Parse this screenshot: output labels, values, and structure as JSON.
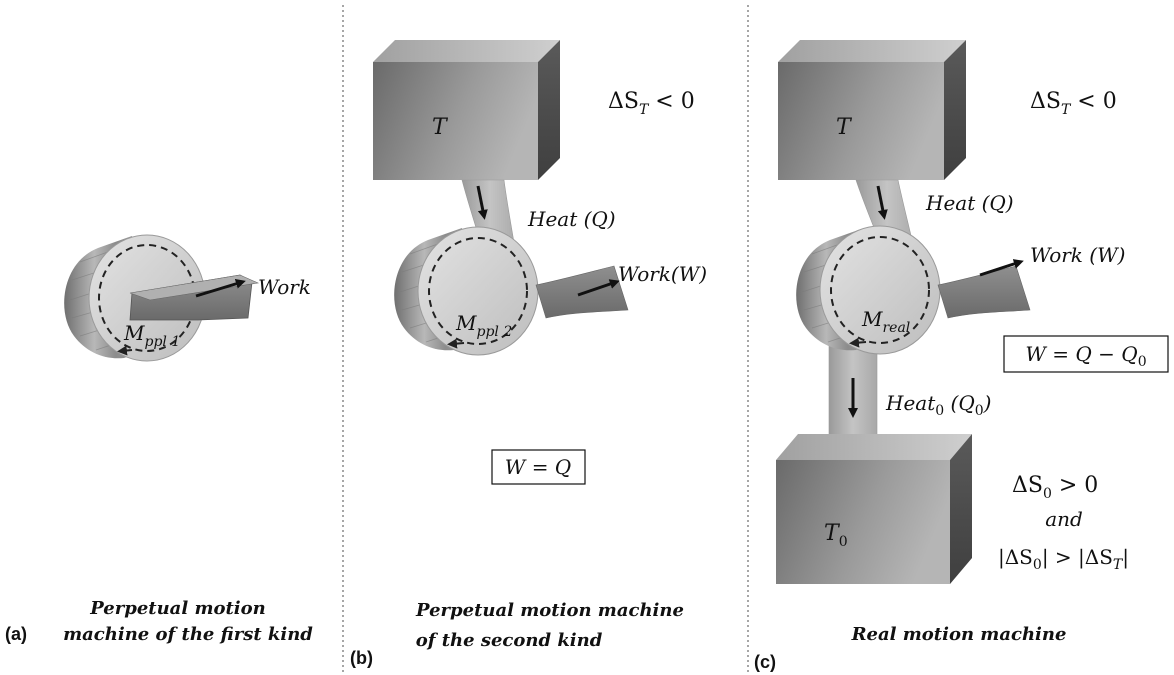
{
  "panels": [
    {
      "letter": "(a)",
      "caption": [
        "Perpetual motion",
        "machine of the first kind"
      ],
      "machine_label": "M",
      "machine_sub": "ppl 1",
      "work_label": "Work"
    },
    {
      "letter": "(b)",
      "caption": [
        "Perpetual motion machine",
        "of the second kind"
      ],
      "reservoir_label": "T",
      "entropy_main": "ΔS",
      "entropy_sub": "T",
      "entropy_rel": " < 0",
      "heat_label": "Heat (Q)",
      "machine_label": "M",
      "machine_sub": "ppl 2",
      "work_label": "Work(W)",
      "equation": "W = Q"
    },
    {
      "letter": "(c)",
      "caption": [
        "Real motion machine"
      ],
      "reservoir_label": "T",
      "entropy_main": "ΔS",
      "entropy_sub": "T",
      "entropy_rel": " < 0",
      "heat_label": "Heat (Q)",
      "machine_label": "M",
      "machine_sub": "real",
      "work_label": "Work (W)",
      "equation_main": "W = Q − Q",
      "equation_sub": "0",
      "heat0_main": "Heat",
      "heat0_sub": "0",
      "heat0_paren_main": " (Q",
      "heat0_paren_sub": "0",
      "heat0_paren_close": ")",
      "cold_label_main": "T",
      "cold_label_sub": "0",
      "cold_entropy_main": "ΔS",
      "cold_entropy_sub": "0",
      "cold_entropy_rel": " > 0",
      "and_text": "and",
      "abs_left_main": "|ΔS",
      "abs_left_sub": "0",
      "abs_mid": "| > |ΔS",
      "abs_right_sub": "T",
      "abs_end": "|"
    }
  ]
}
